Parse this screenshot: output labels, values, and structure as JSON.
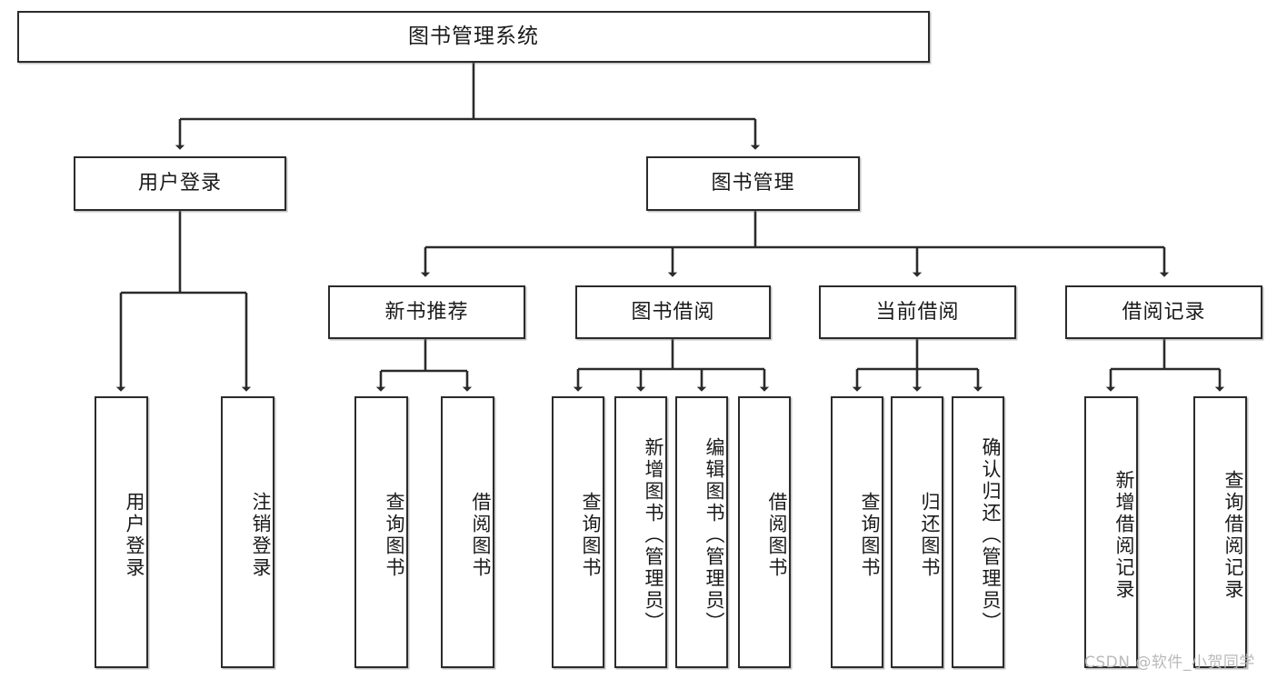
{
  "diagram": {
    "title": "图书管理系统",
    "watermark": "CSDN @软件_小贺同学",
    "stroke_color": "#2b2b2b",
    "box_fill": "#ffffff",
    "text_color": "#1a1a1a",
    "watermark_color": "#b9b9b9"
  },
  "nodes": {
    "root": {
      "label": "图书管理系统"
    },
    "level2": [
      {
        "label": "用户登录"
      },
      {
        "label": "图书管理"
      }
    ],
    "level3": [
      {
        "label": "新书推荐"
      },
      {
        "label": "图书借阅"
      },
      {
        "label": "当前借阅"
      },
      {
        "label": "借阅记录"
      }
    ],
    "leaves": {
      "user_login": [
        {
          "label": "用户登录"
        },
        {
          "label": "注销登录"
        }
      ],
      "new_book_recommend": [
        {
          "label": "查询图书"
        },
        {
          "label": "借阅图书"
        }
      ],
      "book_borrow": [
        {
          "label": "查询图书"
        },
        {
          "label": "新增图书（管理员）"
        },
        {
          "label": "编辑图书（管理员）"
        },
        {
          "label": "借阅图书"
        }
      ],
      "current_borrow": [
        {
          "label": "查询图书"
        },
        {
          "label": "归还图书"
        },
        {
          "label": "确认归还（管理员）"
        }
      ],
      "borrow_record": [
        {
          "label": "新增借阅记录"
        },
        {
          "label": "查询借阅记录"
        }
      ]
    }
  },
  "chart_data": {
    "type": "tree",
    "title": "图书管理系统",
    "root": {
      "label": "图书管理系统",
      "children": [
        {
          "label": "用户登录",
          "children": [
            {
              "label": "用户登录"
            },
            {
              "label": "注销登录"
            }
          ]
        },
        {
          "label": "图书管理",
          "children": [
            {
              "label": "新书推荐",
              "children": [
                {
                  "label": "查询图书"
                },
                {
                  "label": "借阅图书"
                }
              ]
            },
            {
              "label": "图书借阅",
              "children": [
                {
                  "label": "查询图书"
                },
                {
                  "label": "新增图书（管理员）"
                },
                {
                  "label": "编辑图书（管理员）"
                },
                {
                  "label": "借阅图书"
                }
              ]
            },
            {
              "label": "当前借阅",
              "children": [
                {
                  "label": "查询图书"
                },
                {
                  "label": "归还图书"
                },
                {
                  "label": "确认归还（管理员）"
                }
              ]
            },
            {
              "label": "借阅记录",
              "children": [
                {
                  "label": "新增借阅记录"
                },
                {
                  "label": "查询借阅记录"
                }
              ]
            }
          ]
        }
      ]
    }
  }
}
